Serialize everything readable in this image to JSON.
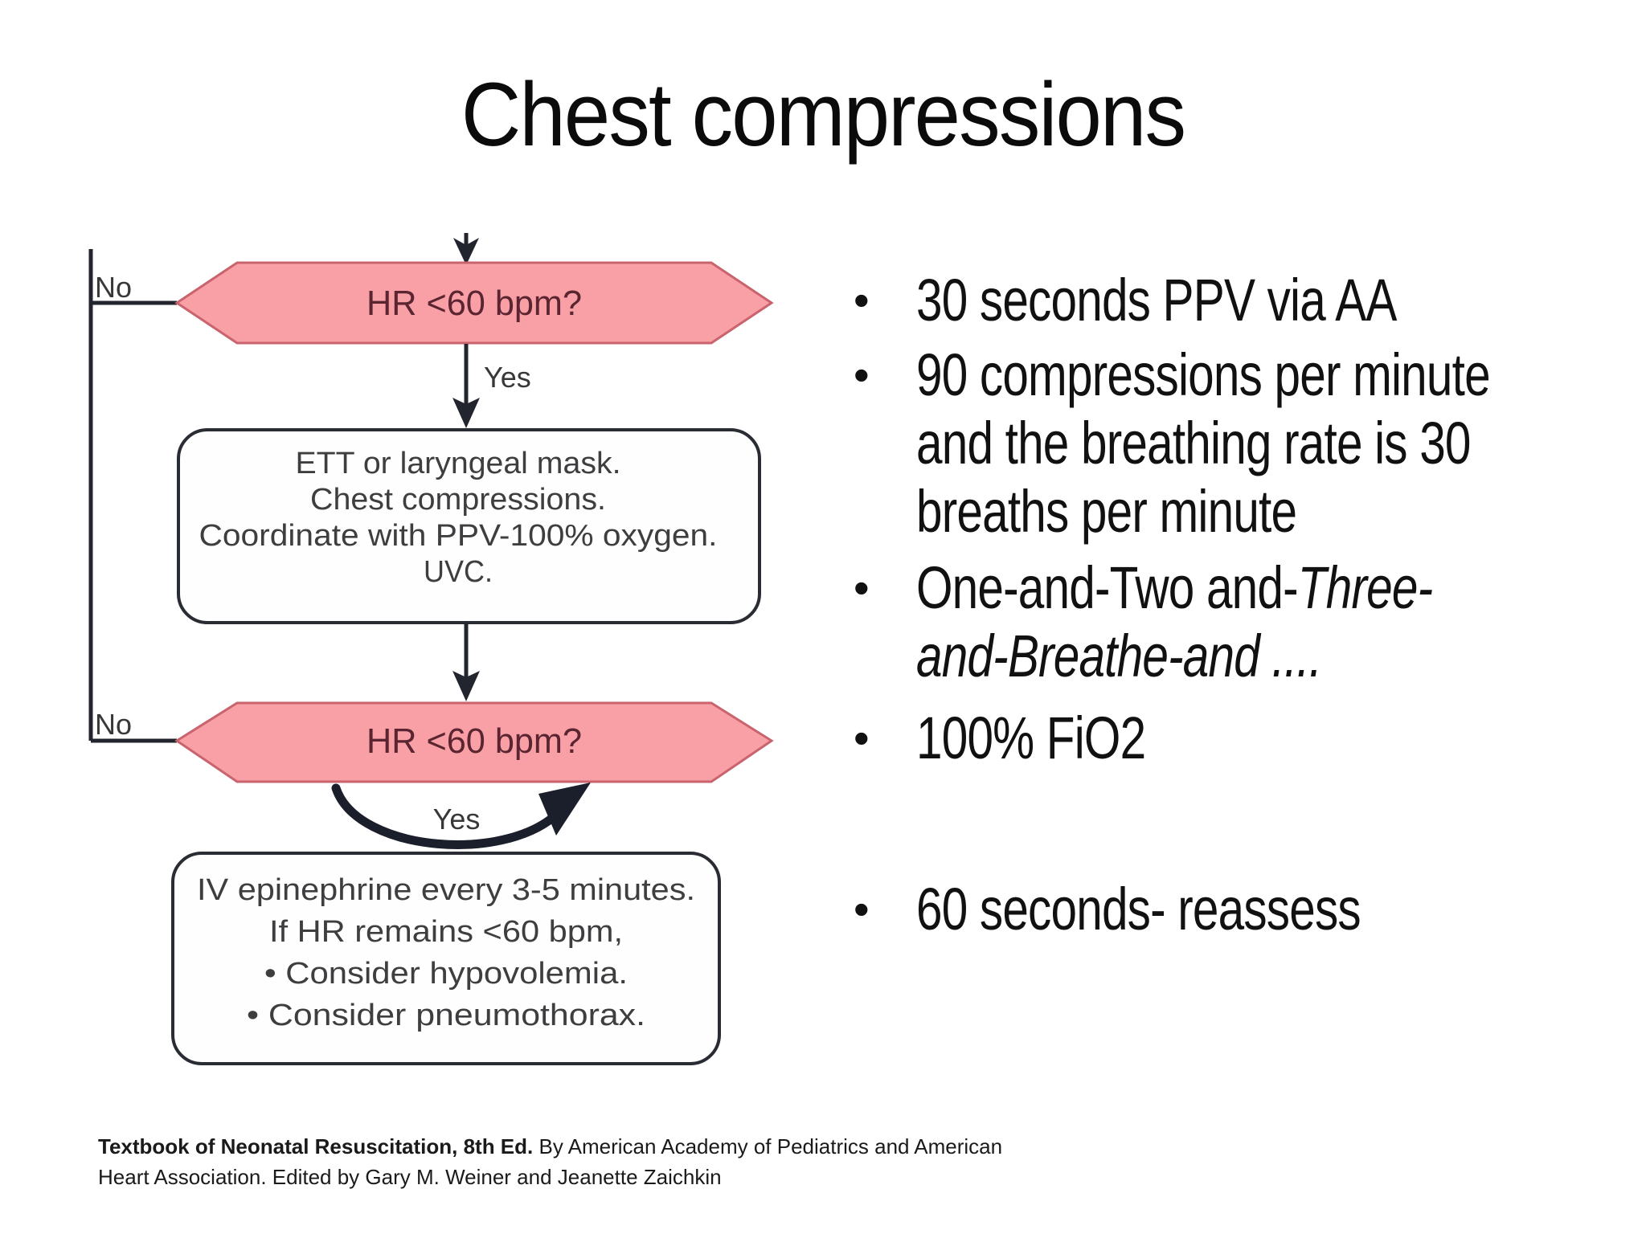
{
  "slide": {
    "title": "Chest compressions",
    "background_color": "#ffffff"
  },
  "flowchart": {
    "decision1": {
      "label": "HR <60 bpm?",
      "no_label": "No",
      "yes_label": "Yes"
    },
    "action_box1": {
      "lines": [
        "ETT or laryngeal mask.",
        "Chest compressions.",
        "Coordinate with PPV-100% oxygen.",
        "UVC."
      ]
    },
    "decision2": {
      "label": "HR <60 bpm?",
      "no_label": "No",
      "yes_label": "Yes"
    },
    "action_box2": {
      "lines": [
        "IV epinephrine every 3-5 minutes.",
        "If HR remains <60 bpm,",
        "• Consider hypovolemia.",
        "• Consider pneumothorax."
      ]
    },
    "colors": {
      "decision_fill": "#f8a0a6",
      "decision_border": "#c9636d",
      "decision_text": "#5a2530",
      "connector_line": "#23252e",
      "box_border": "#2a2c34",
      "box_text": "#3e3e40",
      "branch_label_text": "#38383a"
    }
  },
  "bullets": [
    {
      "marker": "•",
      "lines": [
        {
          "text": "30 seconds PPV via AA"
        }
      ]
    },
    {
      "marker": "•",
      "lines": [
        {
          "text": "90 compressions per minute"
        },
        {
          "text": "and the breathing rate is 30"
        },
        {
          "text": "breaths per minute"
        }
      ]
    },
    {
      "marker": "•",
      "lines": [
        {
          "text": "One-and-Two and-",
          "italic_text": "Three-"
        },
        {
          "italic_text": "and-Breathe-and ...."
        }
      ]
    },
    {
      "marker": "•",
      "lines": [
        {
          "text": "100% FiO2"
        }
      ]
    },
    {
      "marker": "•",
      "lines": [
        {
          "text": "60 seconds- reassess"
        }
      ]
    }
  ],
  "footer": {
    "bold": "Textbook of Neonatal Resuscitation, 8th Ed.",
    "regular": " By American Academy of Pediatrics and American",
    "line2": "Heart Association. Edited by Gary M. Weiner and Jeanette Zaichkin"
  }
}
